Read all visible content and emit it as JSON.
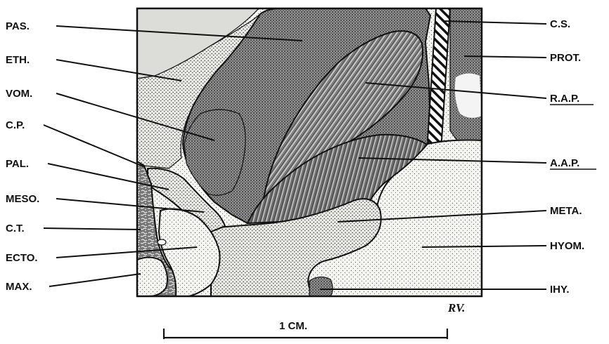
{
  "labels_left": [
    {
      "id": "pas",
      "text": "PAS."
    },
    {
      "id": "eth",
      "text": "ETH."
    },
    {
      "id": "vom",
      "text": "VOM."
    },
    {
      "id": "cp",
      "text": "C.P."
    },
    {
      "id": "pal",
      "text": "PAL."
    },
    {
      "id": "meso",
      "text": "MESO."
    },
    {
      "id": "ct",
      "text": "C.T."
    },
    {
      "id": "ecto",
      "text": "ECTO."
    },
    {
      "id": "max",
      "text": "MAX."
    }
  ],
  "labels_right": [
    {
      "id": "cs",
      "text": "C.S.",
      "underlined": false
    },
    {
      "id": "prot",
      "text": "PROT.",
      "underlined": false
    },
    {
      "id": "rap",
      "text": "R.A.P.",
      "underlined": true
    },
    {
      "id": "aap",
      "text": "A.A.P.",
      "underlined": true
    },
    {
      "id": "meta",
      "text": "META.",
      "underlined": false
    },
    {
      "id": "hyom",
      "text": "HYOM.",
      "underlined": false
    },
    {
      "id": "ihy",
      "text": "IHY.",
      "underlined": false
    }
  ],
  "signature": "RV.",
  "scale_bar": {
    "label": "1 CM."
  },
  "colors": {
    "ink": "#111111",
    "paper": "#ffffff",
    "light_stipple": "#f1f1ee",
    "dark_stipple": "#9a9a9a",
    "muscle": "#8c8c8c",
    "cartilage": "#bdbdbd"
  }
}
